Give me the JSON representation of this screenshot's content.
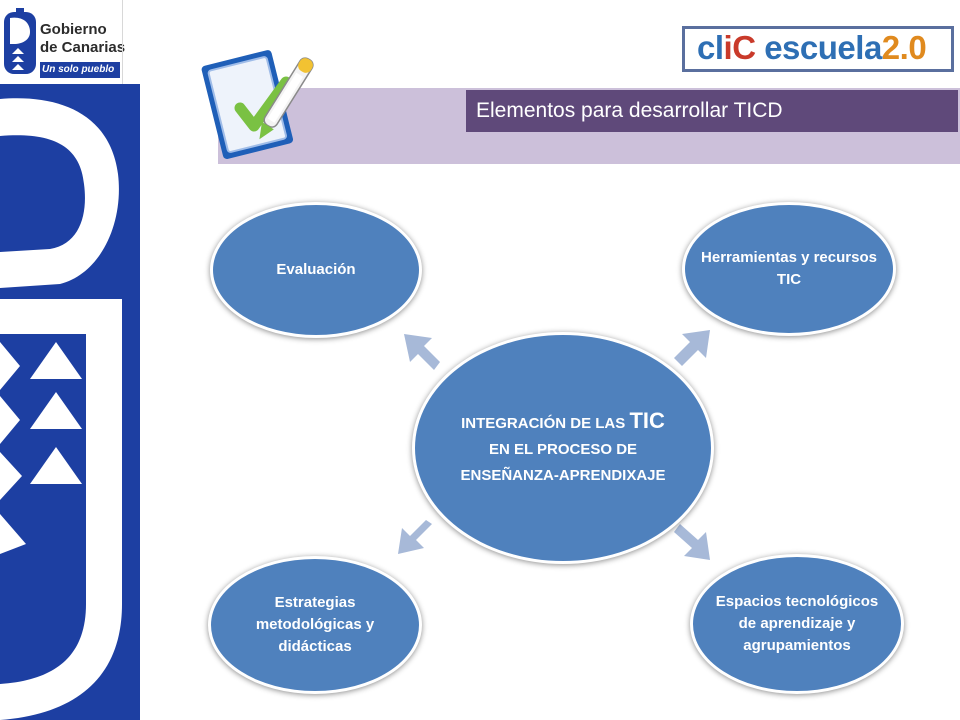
{
  "colors": {
    "band": "#1d3fa2",
    "title_band": "#ccc0da",
    "title_box": "#5f497a",
    "node": "#4f81bd",
    "arrow": "#a7b9d8"
  },
  "logo": {
    "line1": "Gobierno",
    "line2": "de Canarias",
    "motto": "Un solo pueblo",
    "icon": "canarias-shield-icon"
  },
  "brand": {
    "part1": "cl",
    "part2": "iC",
    "part3": " escuela",
    "part4": "2.0"
  },
  "title": "Elementos para desarrollar TICD",
  "diagram": {
    "center": {
      "part1": "INTEGRACIÓN DE LAS",
      "big": "TIC",
      "part2": " EN EL PROCESO DE ENSEÑANZA-APRENDIXAJE"
    },
    "nodes": [
      "Evaluación",
      "Herramientas y recursos TIC",
      "Estrategias metodológicas y didácticas",
      "Espacios tecnológicos de aprendizaje y agrupamientos"
    ]
  }
}
